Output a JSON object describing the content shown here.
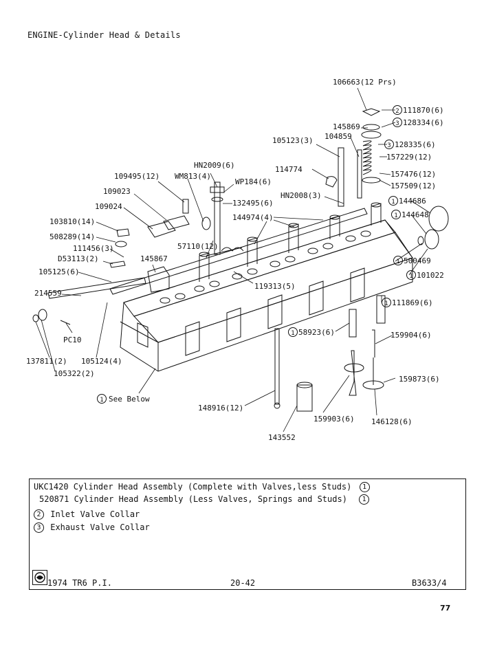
{
  "title": "ENGINE-Cylinder Head & Details",
  "callouts": {
    "c106663": "106663(12 Prs)",
    "c111870": "111870(6)",
    "c128334": "128334(6)",
    "c145869": "145869",
    "c104859": "104859",
    "c105123": "105123(3)",
    "c128335": "128335(6)",
    "c157229": "157229(12)",
    "c114774": "114774",
    "c157476": "157476(12)",
    "c157509": "157509(12)",
    "cHN2009": "HN2009(6)",
    "cWM813": "WM813(4)",
    "cWP184": "WP184(6)",
    "c109495": "109495(12)",
    "c109023": "109023",
    "c109024": "109024",
    "c132495": "132495(6)",
    "cHN2008": "HN2008(3)",
    "c144686": "144686",
    "c144648": "144648",
    "c144974": "144974(4)",
    "c103810": "103810(14)",
    "c508289": "508289(14)",
    "c57110": "57110(12)",
    "c111456": "111456(3)",
    "cD53113": "D53113(2)",
    "c145867": "145867",
    "c105125": "105125(6)",
    "c500469": "500469",
    "c101022": "101022",
    "c119313": "119313(5)",
    "c214559": "214559",
    "c111869": "111869(6)",
    "c58923": "58923(6)",
    "cPC10": "PC10",
    "c159904": "159904(6)",
    "c137811": "137811(2)",
    "c105124": "105124(4)",
    "c105322": "105322(2)",
    "c159873": "159873(6)",
    "seeBelow": "See Below",
    "c148916": "148916(12)",
    "c159903": "159903(6)",
    "c146128": "146128(6)",
    "c143552": "143552"
  },
  "marks": {
    "one": "1",
    "two": "2",
    "three": "3"
  },
  "legend": {
    "line1": "UKC1420 Cylinder Head Assembly (Complete with Valves,less Studs)",
    "line2": "520871 Cylinder Head Assembly (Less Valves, Springs and Studs)",
    "line3": "Inlet Valve Collar",
    "line4": "Exhaust Valve Collar"
  },
  "footer": {
    "model": "1974 TR6 P.I.",
    "page_ref": "20-42",
    "plate": "B3633/4"
  },
  "page_number": "77"
}
